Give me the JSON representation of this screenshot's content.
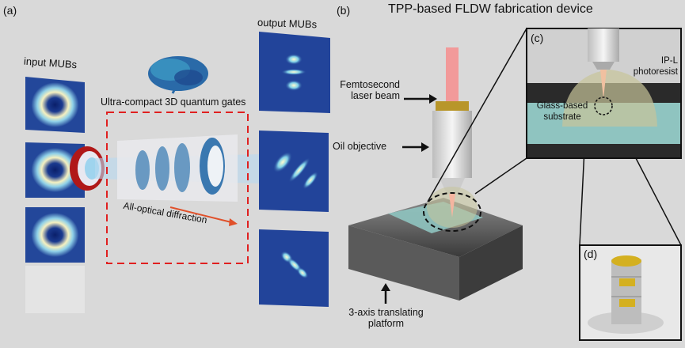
{
  "panel_a": {
    "label": "(a)",
    "input_title": "input MUBs",
    "output_title": "output MUBs",
    "gates_title": "Ultra-compact 3D quantum gates",
    "diffraction_label": "All-optical diffraction"
  },
  "panel_b": {
    "label": "(b)",
    "title": "TPP-based FLDW fabrication device",
    "laser_label": [
      "Femtosecond",
      "laser beam"
    ],
    "objective_label": "Oil objective",
    "platform_label": [
      "3-axis translating",
      "platform"
    ]
  },
  "panel_c": {
    "label": "(c)",
    "photoresist_label": [
      "IP-L",
      "photoresist"
    ],
    "substrate_label": [
      "Glass-based",
      "substrate"
    ]
  },
  "panel_d": {
    "label": "(d)"
  },
  "colors": {
    "dashed_box": "#e02020",
    "arrow": "#e0502a",
    "beam": "#f29a9a",
    "panel": "#22449a"
  }
}
